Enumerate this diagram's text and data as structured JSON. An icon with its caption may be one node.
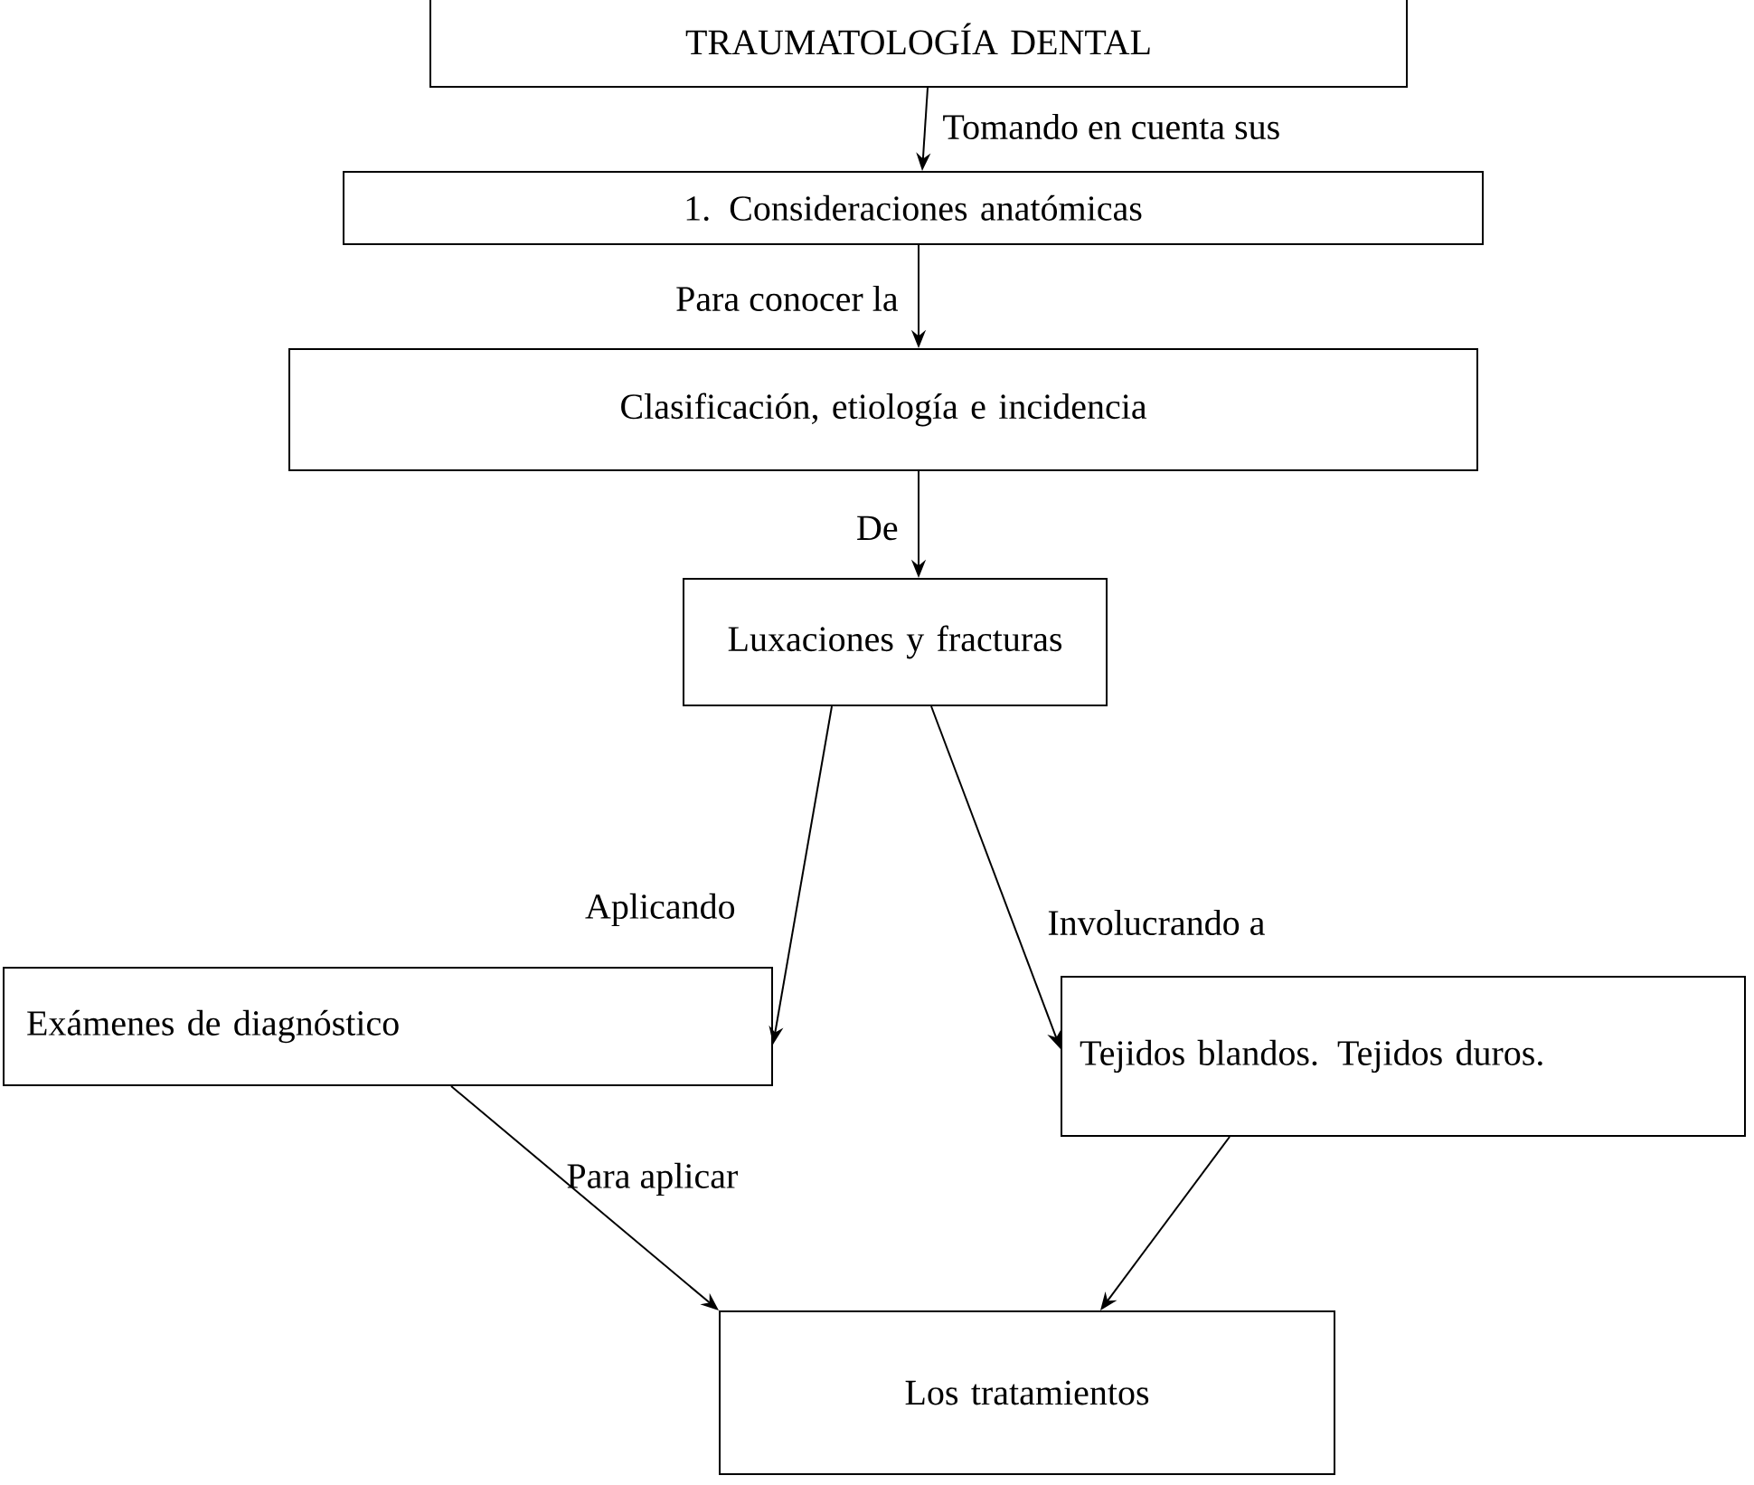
{
  "diagram": {
    "nodes": [
      {
        "text": [
          "TRAUMATOLOGÍA DENTAL"
        ]
      },
      {
        "text": [
          "1. Consideraciones anatómicas"
        ]
      },
      {
        "text": [
          "Clasificación, etiología e incidencia"
        ]
      },
      {
        "text": [
          "Luxaciones y fracturas"
        ]
      },
      {
        "text": [
          "Exámenes de diagnóstico"
        ]
      },
      {
        "text": [
          "Tejidos blandos. Tejidos duros."
        ]
      },
      {
        "text": [
          "Los tratamientos"
        ]
      }
    ],
    "edges": [
      {
        "from": 0,
        "to": 1,
        "arrow": "to",
        "label": "Tomando en cuenta sus"
      },
      {
        "from": 1,
        "to": 2,
        "arrow": "to",
        "label": "Para conocer la"
      },
      {
        "from": 2,
        "to": 3,
        "arrow": "to",
        "label": "De"
      },
      {
        "from": 3,
        "to": 4,
        "arrow": "to",
        "label": "Aplicando"
      },
      {
        "from": 3,
        "to": 5,
        "arrow": "to",
        "label": "Involucrando a"
      },
      {
        "from": 4,
        "to": 6,
        "arrow": "to",
        "label": "Para aplicar"
      },
      {
        "from": 5,
        "to": 6,
        "arrow": "to"
      }
    ]
  }
}
